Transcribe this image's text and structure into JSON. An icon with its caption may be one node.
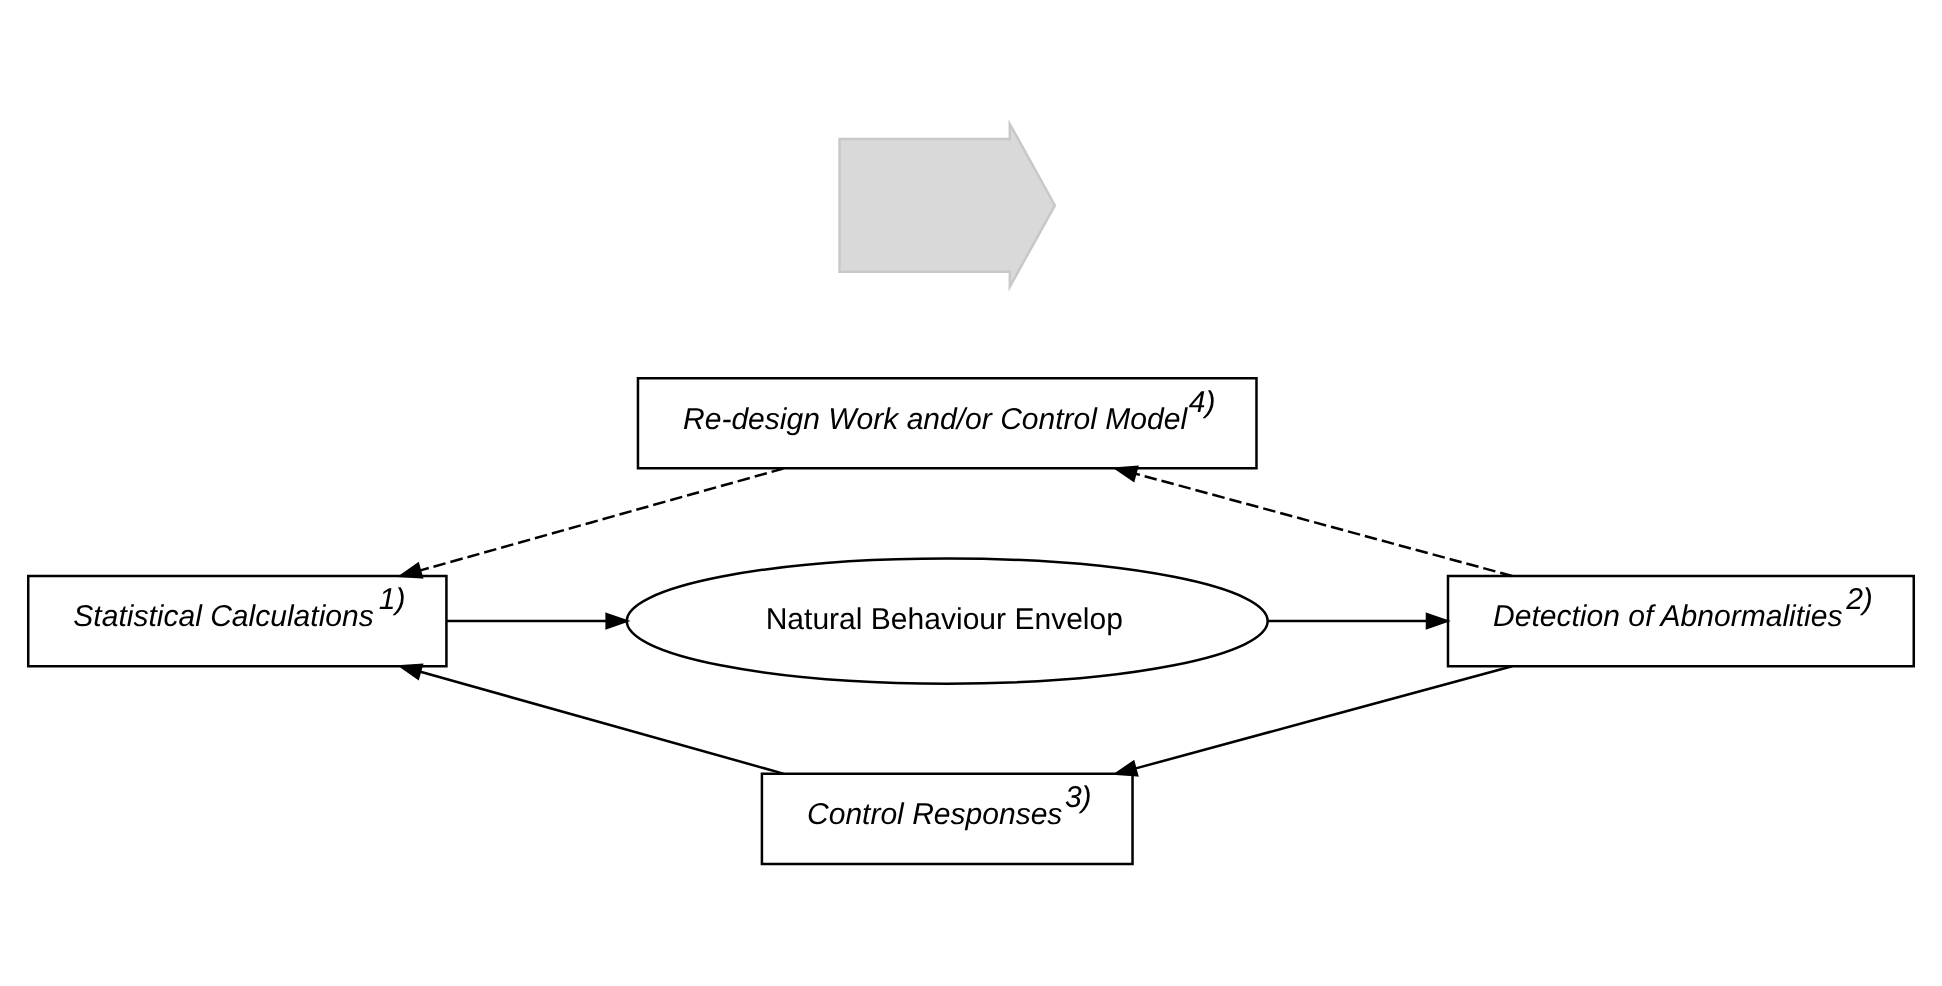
{
  "diagram": {
    "nodes": [
      {
        "text": [
          "Re-design Work and/or Control Model$^{4)}$"
        ]
      },
      {
        "text": [
          "Statistical Calculations$^{1)}$"
        ]
      },
      {
        "text": [
          "Natural Behaviour Envelop"
        ]
      },
      {
        "text": [
          "Detection of Abnormalities$^{2)}$"
        ]
      },
      {
        "text": [
          "Control Responses$^{3)}$"
        ]
      },
      {
        "text": [],
        "shape": "arrow"
      }
    ],
    "edges": [
      {
        "from": 1,
        "to": 2,
        "arrow": "to"
      },
      {
        "from": 2,
        "to": 3,
        "arrow": "to"
      },
      {
        "from": 3,
        "to": 4,
        "arrow": "to"
      },
      {
        "from": 4,
        "to": 1,
        "arrow": "to"
      },
      {
        "from": 3,
        "to": 0,
        "arrow": "to",
        "style": "dashed"
      },
      {
        "from": 0,
        "to": 1,
        "arrow": "to",
        "style": "dashed"
      }
    ]
  }
}
